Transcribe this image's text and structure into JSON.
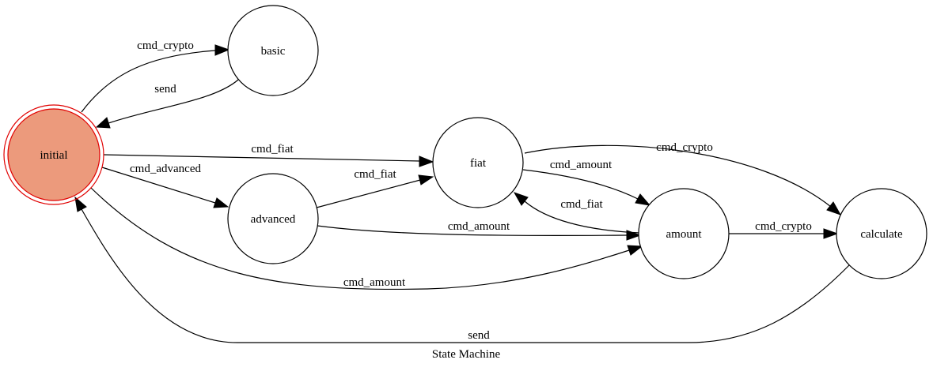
{
  "diagram": {
    "caption": "State Machine",
    "initial_fill": "#ec9a7c",
    "initial_stroke": "#e00000",
    "nodes": {
      "initial": "initial",
      "basic": "basic",
      "advanced": "advanced",
      "fiat": "fiat",
      "amount": "amount",
      "calculate": "calculate"
    },
    "edges": {
      "initial_basic": "cmd_crypto",
      "basic_initial": "send",
      "initial_fiat": "cmd_fiat",
      "initial_advanced": "cmd_advanced",
      "initial_amount": "cmd_amount",
      "advanced_fiat": "cmd_fiat",
      "advanced_amount": "cmd_amount",
      "fiat_amount": "cmd_amount",
      "amount_fiat": "cmd_fiat",
      "fiat_calculate": "cmd_crypto",
      "amount_calculate": "cmd_crypto",
      "calculate_initial": "send"
    }
  }
}
